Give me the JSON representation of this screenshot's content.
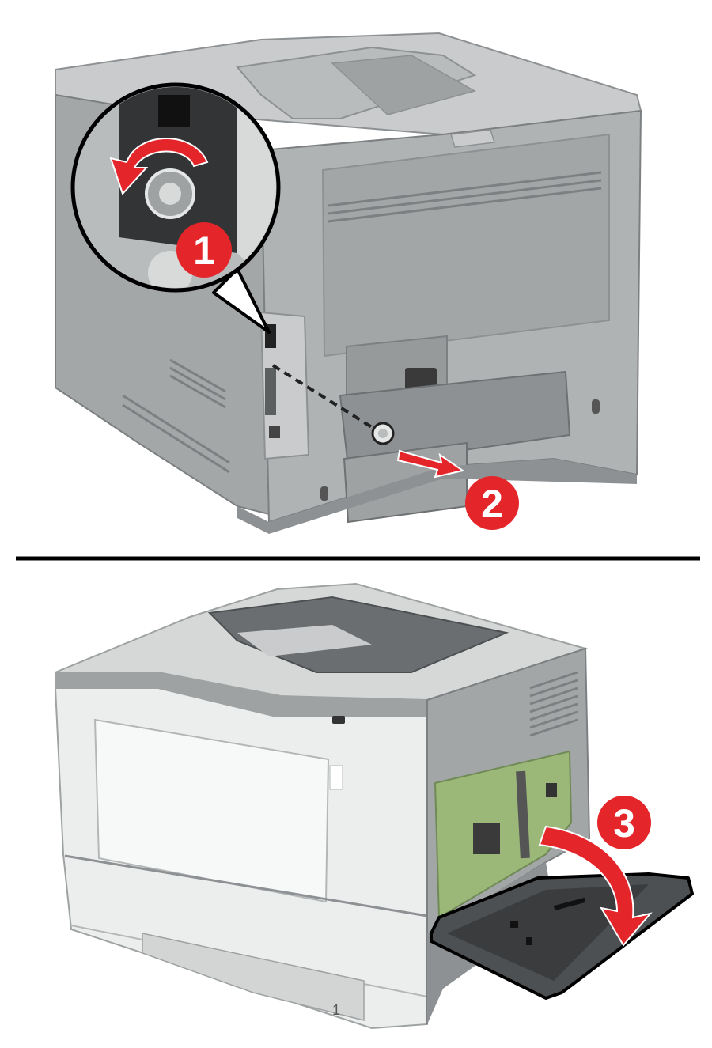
{
  "steps": [
    {
      "number": "1",
      "action": "rotate-screw-counterclockwise"
    },
    {
      "number": "2",
      "action": "remove-screw"
    },
    {
      "number": "3",
      "action": "open-controller-board-cover"
    }
  ],
  "tray_label": "1",
  "colors": {
    "callout_red": "#e4262b",
    "arrow_red": "#e4262b",
    "printer_gray": "#a9acad",
    "printer_dark_gray": "#8e9193",
    "printer_white": "#f4f5f5",
    "board_green": "#9bb879",
    "divider": "#000000"
  },
  "icons": [
    "rotate-arrow-icon",
    "screw-icon",
    "pull-arrow-icon",
    "swing-arrow-icon",
    "lock-slot-icon"
  ]
}
